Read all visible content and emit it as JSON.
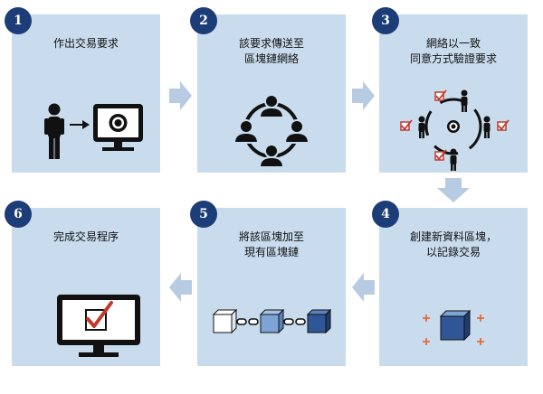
{
  "steps": [
    {
      "number": "1",
      "lines": [
        "作出交易要求"
      ]
    },
    {
      "number": "2",
      "lines": [
        "該要求傳送至",
        "區塊鏈網絡"
      ]
    },
    {
      "number": "3",
      "lines": [
        "網絡以一致",
        "同意方式驗證要求"
      ]
    },
    {
      "number": "4",
      "lines": [
        "創建新資料區塊，",
        "以記錄交易"
      ]
    },
    {
      "number": "5",
      "lines": [
        "將該區塊加至",
        "現有區塊鏈"
      ]
    },
    {
      "number": "6",
      "lines": [
        "完成交易程序"
      ]
    }
  ],
  "colors": {
    "panel": "#c9dced",
    "badge": "#1d3d78",
    "arrow": "#b7cbe3",
    "icon": "#111111",
    "check": "#c0392b",
    "block_dark": "#2f5797",
    "block_mid": "#7ea4d6",
    "sparkle": "#e8622a"
  },
  "icons": {
    "step1": [
      "person-icon",
      "arrow-icon",
      "monitor-icon"
    ],
    "step2": [
      "network-people-icon"
    ],
    "step3": [
      "verification-network-icon"
    ],
    "step4": [
      "new-block-icon",
      "sparkle-icon"
    ],
    "step5": [
      "blockchain-icon"
    ],
    "step6": [
      "monitor-check-icon"
    ]
  }
}
